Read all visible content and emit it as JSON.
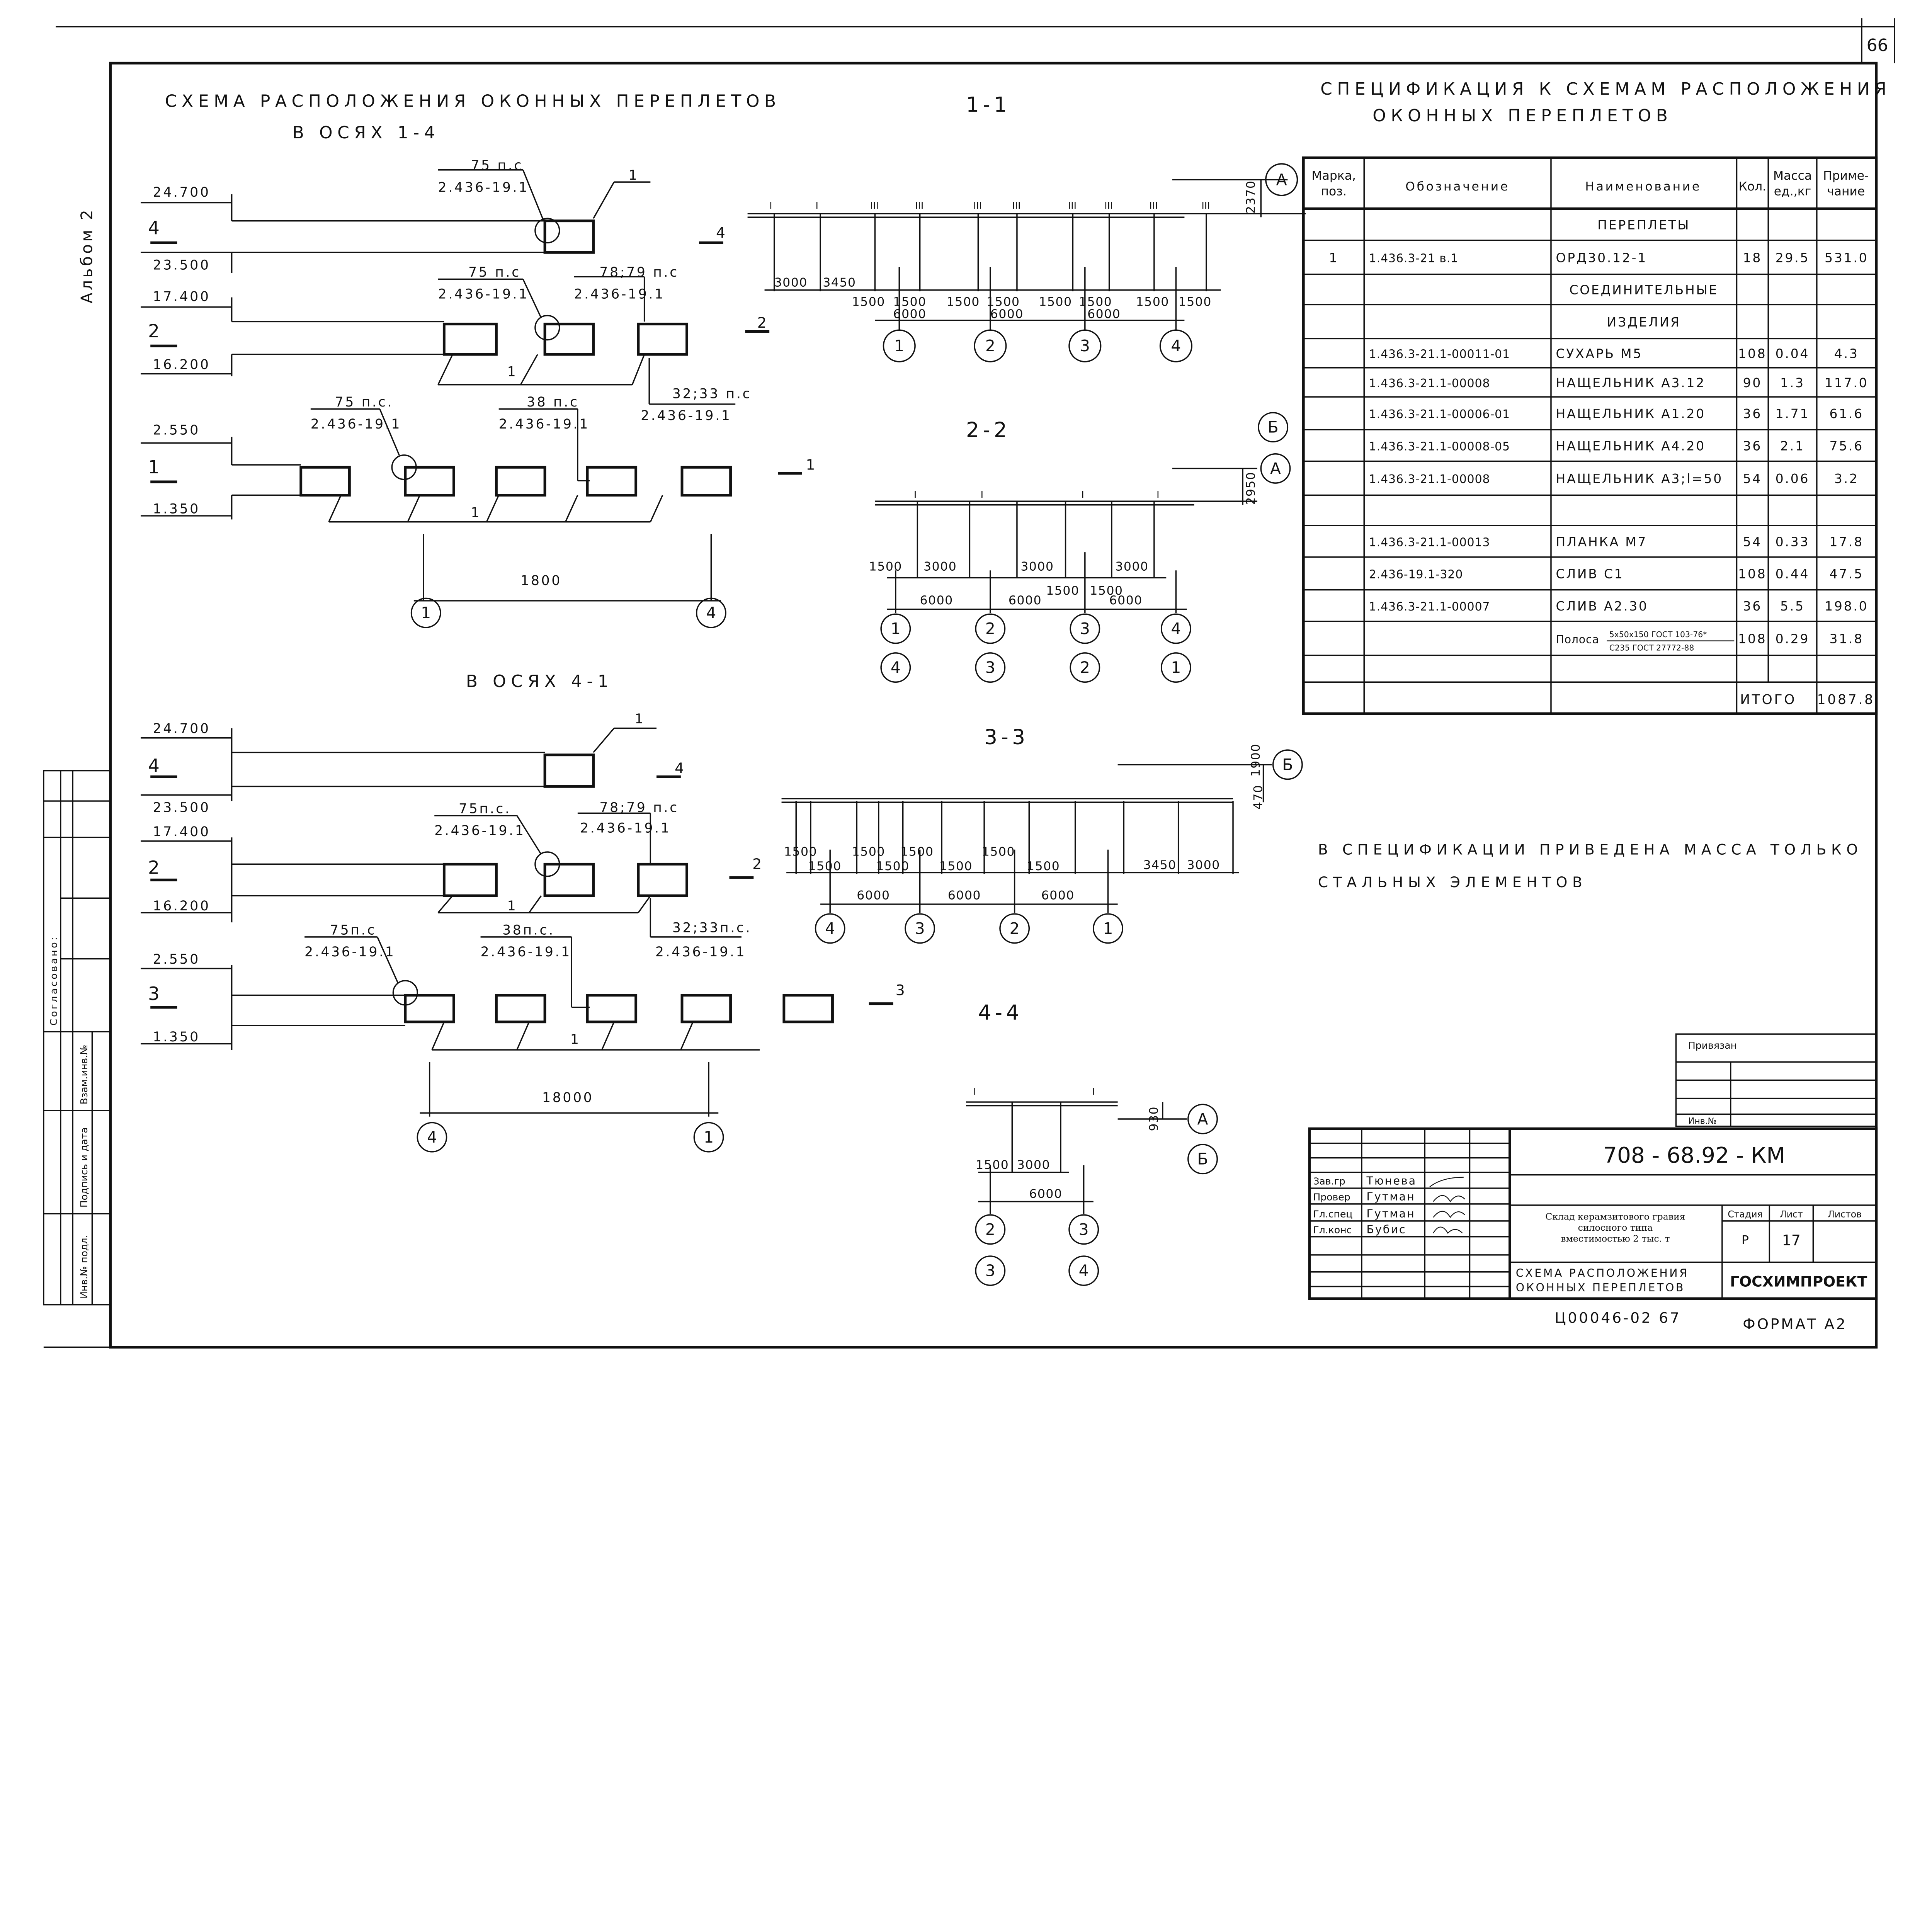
{
  "sheet": {
    "number": "66",
    "album": "Альбом 2"
  },
  "plan": {
    "title": "СХЕМА РАСПОЛОЖЕНИЯ ОКОННЫХ ПЕРЕПЛЕТОВ",
    "subtitle_1_4": "В ОСЯХ 1-4",
    "subtitle_4_1": "В ОСЯХ 4-1",
    "top": {
      "levels": [
        "24.700",
        "23.500",
        "17.400",
        "16.200",
        "2.550",
        "1.350"
      ],
      "cuts": [
        "4",
        "2",
        "1"
      ],
      "labels": [
        "75 п.с",
        "2.436-19.1",
        "1",
        "75 п.с",
        "2.436-19.1",
        "78;79 п.с",
        "2.436-19.1",
        "1",
        "32;33 п.с",
        "2.436-19.1",
        "75 п.с.",
        "2.436-19.1",
        "38 п.с",
        "2.436-19.1",
        "1"
      ],
      "dimension": "1800",
      "axes": [
        "1",
        "4"
      ]
    },
    "bottom": {
      "levels": [
        "24.700",
        "23.500",
        "17.400",
        "16.200",
        "2.550",
        "1.350"
      ],
      "cuts": [
        "4",
        "2",
        "3"
      ],
      "labels": [
        "1",
        "75п.с.",
        "2.436-19.1",
        "78;79 п.с",
        "2.436-19.1",
        "1",
        "32;33п.с.",
        "2.436-19.1",
        "75п.с",
        "2.436-19.1",
        "38п.с.",
        "2.436-19.1",
        "1"
      ],
      "dimension": "18000",
      "axes": [
        "4",
        "1"
      ]
    }
  },
  "sections": {
    "s11": {
      "title": "1-1",
      "dims": [
        "3000",
        "3450",
        "1500",
        "1500",
        "1500",
        "1500",
        "1500",
        "1500",
        "1500",
        "1500",
        "6000",
        "6000",
        "6000",
        "2370"
      ],
      "axes": [
        "1",
        "2",
        "3",
        "4"
      ],
      "row": "А",
      "marks": [
        "I",
        "I",
        "III",
        "III",
        "III",
        "III",
        "III",
        "III",
        "III",
        "III"
      ]
    },
    "s22": {
      "title": "2-2",
      "dims": [
        "1500",
        "3000",
        "3000",
        "3000",
        "6000",
        "6000",
        "6000",
        "1500",
        "1500",
        "2950"
      ],
      "axes": [
        "1",
        "2",
        "3",
        "4"
      ],
      "axes2": [
        "4",
        "3",
        "2",
        "1"
      ],
      "rows": [
        "Б",
        "А"
      ],
      "marks": [
        "I",
        "I",
        "I",
        "I"
      ]
    },
    "s33": {
      "title": "3-3",
      "dims": [
        "1500",
        "1500",
        "1500",
        "1500",
        "1500",
        "1500",
        "1500",
        "1500",
        "3450",
        "3000",
        "6000",
        "6000",
        "6000",
        "1900",
        "470"
      ],
      "axes": [
        "4",
        "3",
        "2",
        "1"
      ],
      "row": "Б"
    },
    "s44": {
      "title": "4-4",
      "dims": [
        "1500",
        "3000",
        "6000",
        "930"
      ],
      "axes": [
        "2",
        "3"
      ],
      "axes2": [
        "3",
        "4"
      ],
      "rows": [
        "А",
        "Б"
      ],
      "marks": [
        "I",
        "I"
      ]
    }
  },
  "spec": {
    "title_line1": "СПЕЦИФИКАЦИЯ К СХЕМАМ РАСПОЛОЖЕНИЯ",
    "title_line2": "ОКОННЫХ ПЕРЕПЛЕТОВ",
    "headers": {
      "mark": "Марка,",
      "mark2": "поз.",
      "designation": "Обозначение",
      "name": "Наименование",
      "qty": "Кол.",
      "mass": "Масса",
      "mass2": "ед.,кг",
      "note": "Приме-",
      "note2": "чание"
    },
    "rows": [
      {
        "mark": "",
        "designation": "",
        "name": "ПЕРЕПЛЕТЫ",
        "qty": "",
        "mass": "",
        "note": ""
      },
      {
        "mark": "1",
        "designation": "1.436.3-21 в.1",
        "name": "ОРД30.12-1",
        "qty": "18",
        "mass": "29.5",
        "note": "531.0"
      },
      {
        "mark": "",
        "designation": "",
        "name": "СОЕДИНИТЕЛЬНЫЕ",
        "qty": "",
        "mass": "",
        "note": ""
      },
      {
        "mark": "",
        "designation": "",
        "name": "ИЗДЕЛИЯ",
        "qty": "",
        "mass": "",
        "note": ""
      },
      {
        "mark": "",
        "designation": "1.436.3-21.1-00011-01",
        "name": "СУХАРЬ М5",
        "qty": "108",
        "mass": "0.04",
        "note": "4.3"
      },
      {
        "mark": "",
        "designation": "1.436.3-21.1-00008",
        "name": "НАЩЕЛЬНИК А3.12",
        "qty": "90",
        "mass": "1.3",
        "note": "117.0"
      },
      {
        "mark": "",
        "designation": "1.436.3-21.1-00006-01",
        "name": "НАЩЕЛЬНИК А1.20",
        "qty": "36",
        "mass": "1.71",
        "note": "61.6"
      },
      {
        "mark": "",
        "designation": "1.436.3-21.1-00008-05",
        "name": "НАЩЕЛЬНИК А4.20",
        "qty": "36",
        "mass": "2.1",
        "note": "75.6"
      },
      {
        "mark": "",
        "designation": "1.436.3-21.1-00008",
        "name": "НАЩЕЛЬНИК А3;l=50",
        "qty": "54",
        "mass": "0.06",
        "note": "3.2"
      },
      {
        "mark": "",
        "designation": "",
        "name": "",
        "qty": "",
        "mass": "",
        "note": ""
      },
      {
        "mark": "",
        "designation": "1.436.3-21.1-00013",
        "name": "ПЛАНКА М7",
        "qty": "54",
        "mass": "0.33",
        "note": "17.8"
      },
      {
        "mark": "",
        "designation": "2.436-19.1-320",
        "name": "СЛИВ С1",
        "qty": "108",
        "mass": "0.44",
        "note": "47.5"
      },
      {
        "mark": "",
        "designation": "1.436.3-21.1-00007",
        "name": "СЛИВ А2.30",
        "qty": "36",
        "mass": "5.5",
        "note": "198.0"
      },
      {
        "mark": "",
        "designation": "",
        "name": "Полоса",
        "name_top": "5х50х150 ГОСТ 103-76*",
        "name_bottom": "С235 ГОСТ 27772-88",
        "qty": "108",
        "mass": "0.29",
        "note": "31.8"
      },
      {
        "mark": "",
        "designation": "",
        "name": "",
        "qty": "",
        "mass": "",
        "note": ""
      }
    ],
    "total_label": "ИТОГО",
    "total_value": "1087.8"
  },
  "note": {
    "line1": "В СПЕЦИФИКАЦИИ ПРИВЕДЕНА МАССА ТОЛЬКО",
    "line2": "СТАЛЬНЫХ ЭЛЕМЕНТОВ"
  },
  "stamp_left": {
    "agreed": "Согласовано:",
    "replace_inv": "Взам.инв.№",
    "sign_date": "Подпись и дата",
    "inv_orig": "Инв.№ подл."
  },
  "bound": {
    "label": "Привязан",
    "inv": "Инв.№"
  },
  "title_block": {
    "code": "708 - 68.92 - КМ",
    "people": [
      {
        "role": "Зав.гр",
        "name": "Тюнева"
      },
      {
        "role": "Провер",
        "name": "Гутман"
      },
      {
        "role": "Гл.спец",
        "name": "Гутман"
      },
      {
        "role": "Гл.конс",
        "name": "Бубис"
      }
    ],
    "object_line1": "Склад керамзитового гравия",
    "object_line2": "силосного типа",
    "object_line3": "вместимостью 2 тыс. т",
    "stage_label": "Стадия",
    "sheet_label": "Лист",
    "sheets_label": "Листов",
    "stage": "Р",
    "sheet": "17",
    "drawing_line1": "СХЕМА РАСПОЛОЖЕНИЯ",
    "drawing_line2": "ОКОННЫХ ПЕРЕПЛЕТОВ",
    "org": "ГОСХИМПРОЕКТ"
  },
  "footer": {
    "archive": "Ц00046-02 67",
    "format": "ФОРМАТ А2"
  }
}
